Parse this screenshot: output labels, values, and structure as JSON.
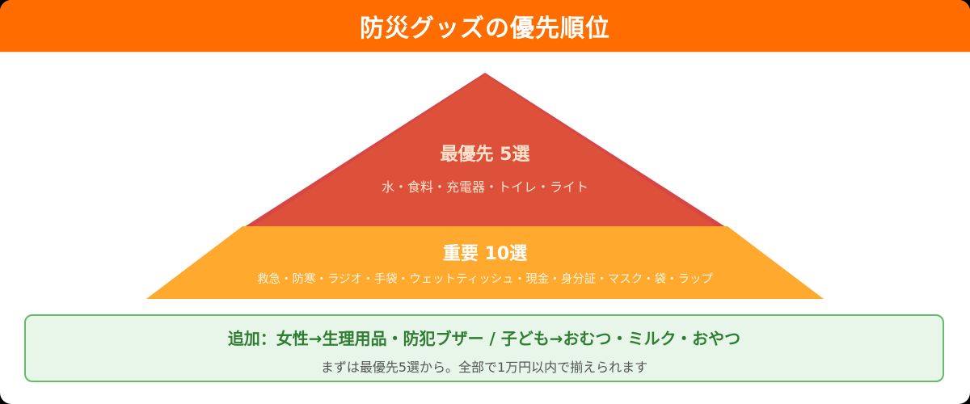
{
  "header": {
    "title": "防災グッズの優先順位"
  },
  "pyramid": {
    "tiers": [
      {
        "title": "最優先 5選",
        "items": "水・食料・充電器・トイレ・ライト",
        "color": "#dd5039"
      },
      {
        "title": "重要 10選",
        "items": "救急・防寒・ラジオ・手袋・ウェットティッシュ・現金・身分証・マスク・袋・ラップ",
        "color": "#ffa92e"
      }
    ]
  },
  "note": {
    "title": "追加：女性→生理用品・防犯ブザー / 子ども→おむつ・ミルク・おやつ",
    "subtitle": "まずは最優先5選から。全部で1万円以内で揃えられます"
  },
  "colors": {
    "header": "#ff6d00",
    "tier1": "#dd5039",
    "tier1_edge": "#d84545",
    "tier2": "#ffa92e",
    "note_bg": "#e8f5e9",
    "note_border": "#66bb6a",
    "note_text": "#2e7d32"
  }
}
